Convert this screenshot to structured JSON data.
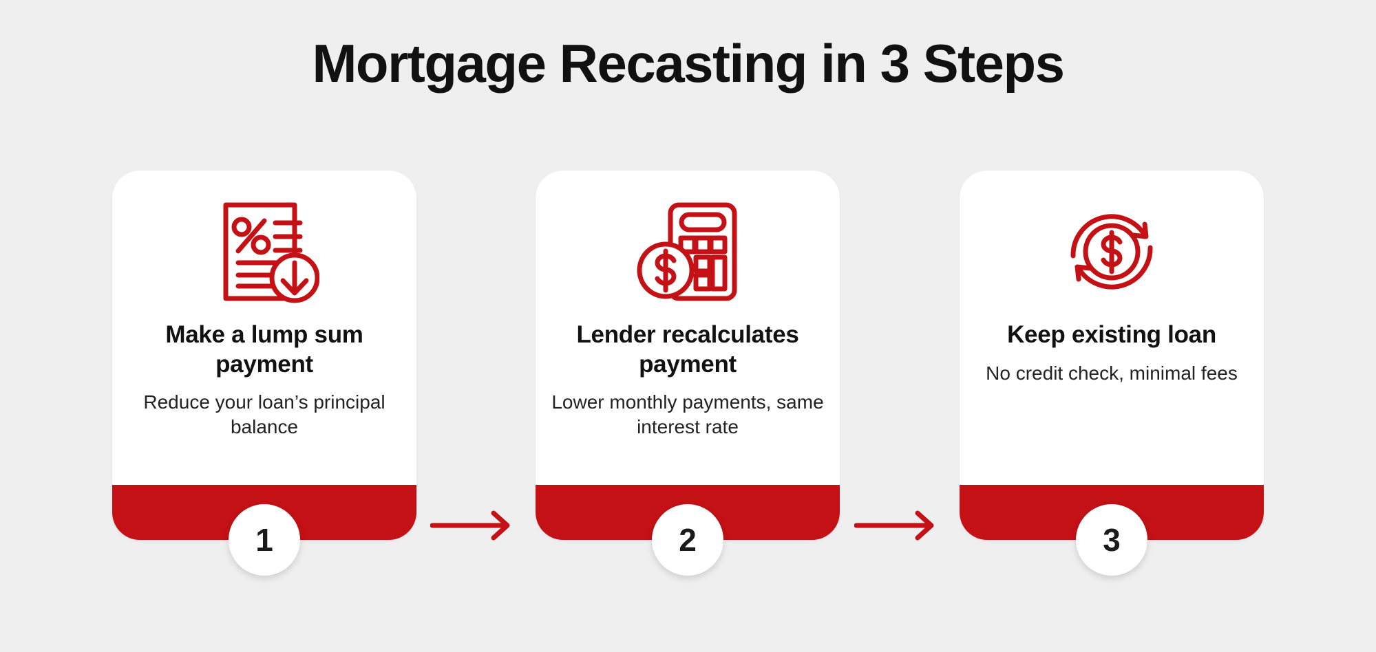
{
  "page": {
    "title": "Mortgage Recasting in 3 Steps",
    "background_color": "#EFEFEF",
    "accent_color": "#C41116",
    "title_color": "#111111"
  },
  "steps": [
    {
      "number": "1",
      "title": "Make a lump sum payment",
      "subtitle": "Reduce your loan’s principal balance",
      "icon": "document-percent-down-arrow-icon"
    },
    {
      "number": "2",
      "title": "Lender recalculates payment",
      "subtitle": "Lower monthly payments, same interest rate",
      "icon": "calculator-dollar-coin-icon"
    },
    {
      "number": "3",
      "title": "Keep existing loan",
      "subtitle": "No credit check, minimal fees",
      "icon": "refresh-cycle-dollar-icon"
    }
  ],
  "connectors": [
    {
      "icon": "arrow-right-icon"
    },
    {
      "icon": "arrow-right-icon"
    }
  ]
}
